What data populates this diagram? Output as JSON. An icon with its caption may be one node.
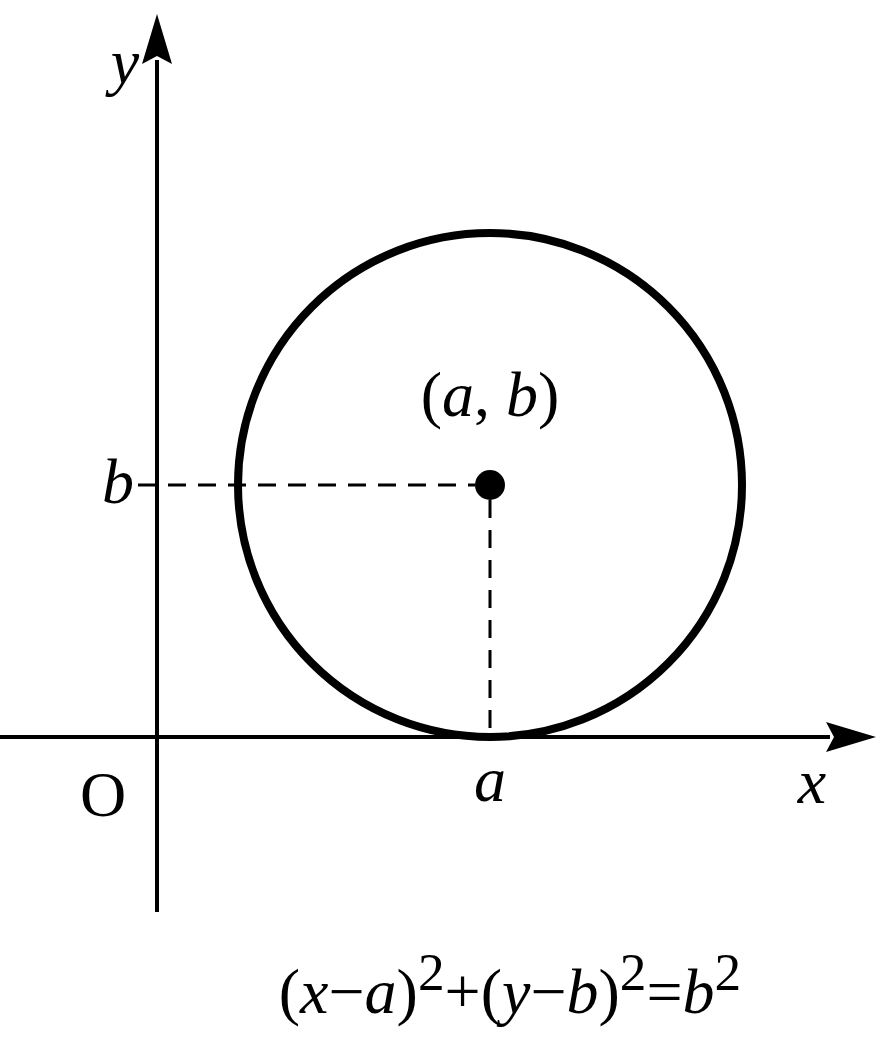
{
  "diagram": {
    "caption": "(*x*−*a*)$^{2}$+(*y*−*b*)$^{2}$=*b*$^{2}$",
    "nodes": [
      {
        "text": [],
        "shape": "circle"
      },
      {
        "text": [],
        "shape": "dot",
        "in": 0,
        "beside": [
          "(*a*, *b*)"
        ]
      },
      {
        "text": [
          "b"
        ]
      },
      {
        "text": [
          "a"
        ]
      }
    ],
    "edges": [
      {
        "from": 2,
        "to": 1,
        "arrow": "none",
        "style": "dashed"
      },
      {
        "from": 1,
        "to": 3,
        "arrow": "none",
        "style": "dashed"
      }
    ],
    "labels": [
      "y",
      "O",
      "x"
    ]
  }
}
